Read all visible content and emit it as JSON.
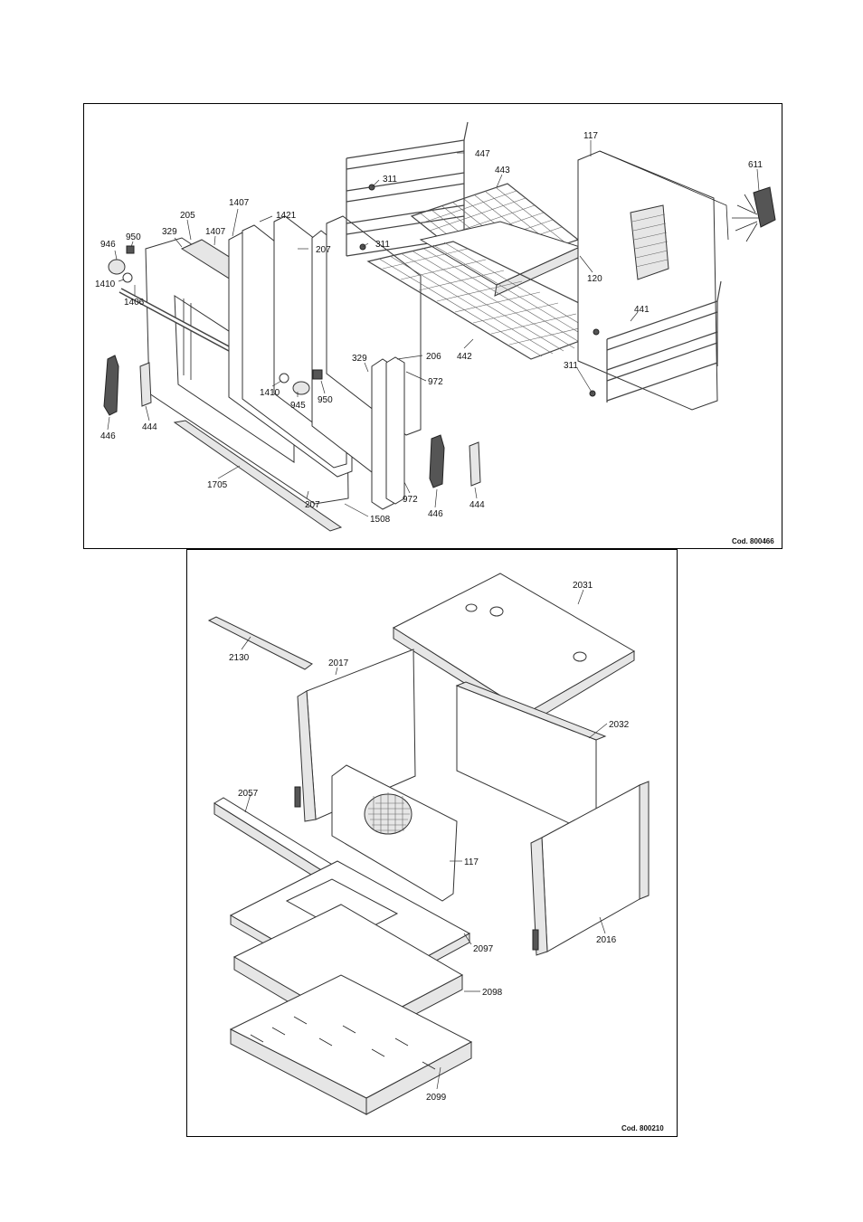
{
  "top_diagram": {
    "code": "Cod. 800466",
    "labels": [
      "447",
      "311",
      "443",
      "117",
      "611",
      "1407",
      "1421",
      "207",
      "311",
      "950",
      "205",
      "329",
      "1407",
      "946",
      "1410",
      "1406",
      "120",
      "442",
      "441",
      "329",
      "206",
      "972",
      "1410",
      "950",
      "945",
      "311",
      "446",
      "444",
      "1705",
      "207",
      "1508",
      "972",
      "446",
      "444"
    ]
  },
  "bottom_diagram": {
    "code": "Cod. 800210",
    "labels": [
      "2031",
      "2130",
      "2017",
      "2032",
      "2057",
      "117",
      "2097",
      "2016",
      "2098",
      "2099"
    ]
  }
}
